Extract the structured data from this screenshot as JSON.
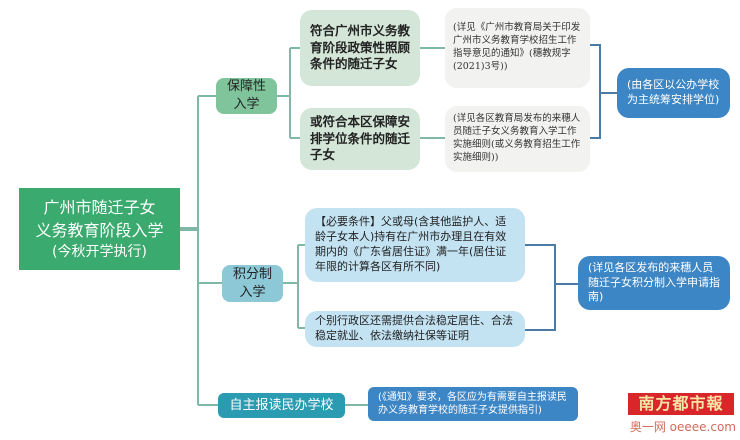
{
  "root": {
    "line1": "广州市随迁子女",
    "line2": "义务教育阶段入学",
    "line3": "(今秋开学执行)"
  },
  "branches": [
    {
      "label": "保障性入学",
      "conditions": [
        {
          "text": "符合广州市义务教育阶段政策性照顾条件的随迁子女",
          "detail": "(详见《广州市教育局关于印发广州市义务教育学校招生工作指导意见的通知》(穗教规字(2021)3号))"
        },
        {
          "text": "或符合本区保障安排学位条件的随迁子女",
          "detail": "(详见各区教育局发布的来穗人员随迁子女义务教育入学工作实施细则(或义务教育招生工作实施细则))"
        }
      ],
      "summary": "(由各区以公办学校为主统筹安排学位)"
    },
    {
      "label": "积分制入学",
      "conditions": [
        {
          "text": "【必要条件】父或母(含其他监护人、适龄子女本人)持有在广州市办理且在有效期内的《广东省居住证》满一年(居住证年限的计算各区有所不同)"
        },
        {
          "text": "个别行政区还需提供合法稳定居住、合法稳定就业、依法缴纳社保等证明"
        }
      ],
      "summary": "(详见各区发布的来穗人员随迁子女积分制入学申请指南)"
    },
    {
      "label": "自主报读民办学校",
      "summary": "(《通知》要求，各区应为有需要自主报读民办义务教育学校的随迁子女提供指引)"
    }
  ],
  "logo": {
    "name": "南方都市報",
    "sub": "奥一网 oeeee.com"
  },
  "colors": {
    "root": "#3aaa6e",
    "guarantee": "#7fc49a",
    "points": "#8cc8d6",
    "private": "#2a9bb0",
    "summary": "#3d86c6"
  }
}
